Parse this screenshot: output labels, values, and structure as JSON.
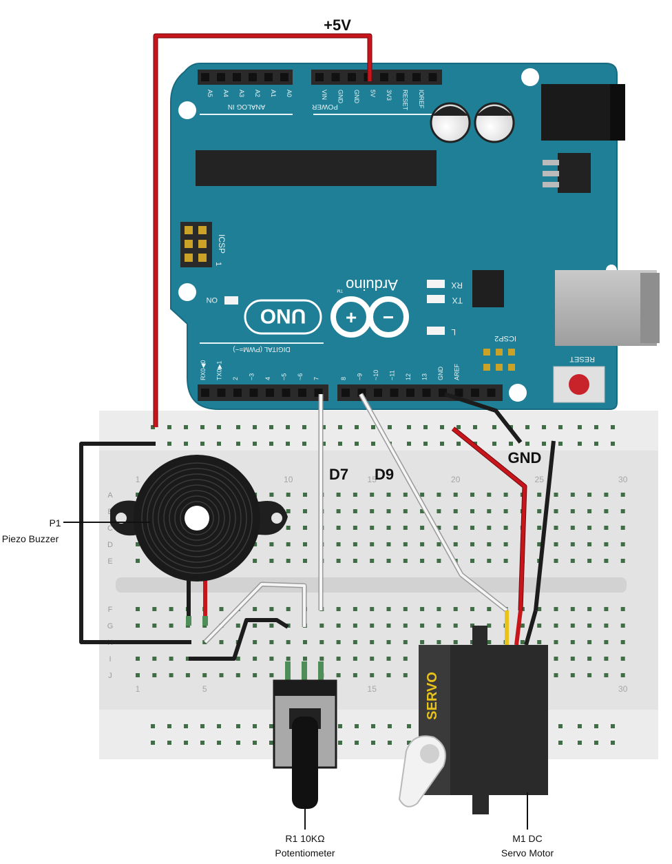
{
  "board": {
    "name_label": "Arduino",
    "model_label": "UNO",
    "tm_mark": "TM",
    "analog_header_label": "ANALOG IN",
    "power_header_label": "POWER",
    "digital_header_label": "DIGITAL (PWM=~)",
    "icsp_label": "ICSP",
    "icsp2_label": "ICSP2",
    "icsp_pin_one": "1",
    "on_label": "ON",
    "reset_label": "RESET",
    "rx_label": "RX",
    "tx_label": "TX",
    "l_label": "L",
    "analog_pins": [
      "A5",
      "A4",
      "A3",
      "A2",
      "A1",
      "A0"
    ],
    "power_pins": [
      "VIN",
      "GND",
      "GND",
      "5V",
      "3V3",
      "RESET",
      "IOREF"
    ],
    "digital_pins": [
      "RX0◀0",
      "TX0▶1",
      "2",
      "~3",
      "4",
      "~5",
      "~6",
      "7",
      "8",
      "~9",
      "~10",
      "~11",
      "12",
      "13",
      "GND",
      "AREF"
    ],
    "colors": {
      "board": "#1f7f96",
      "board_edge": "#176a7f",
      "header": "#2a2a2a",
      "silk": "#e8f4f6"
    }
  },
  "breadboard": {
    "row_letters": [
      "A",
      "B",
      "C",
      "D",
      "E",
      "F",
      "G",
      "H",
      "I",
      "J"
    ],
    "column_numbers": [
      "1",
      "5",
      "10",
      "15",
      "20",
      "25",
      "30"
    ],
    "colors": {
      "body": "#e3e3e3",
      "rail": "#efefef",
      "hole": "#3f6e46",
      "channel": "#d2d2d2"
    }
  },
  "labels": {
    "supply": "+5V",
    "d7": "D7",
    "d9": "D9",
    "gnd": "GND",
    "piezo_ref": "P1",
    "piezo_name": "Piezo Buzzer",
    "pot_ref": "R1 10KΩ",
    "pot_name": "Potentiometer",
    "servo_ref": "M1 DC",
    "servo_name": "Servo Motor",
    "servo_body": "SERVO"
  },
  "wire_colors": {
    "power": "#c8141b",
    "ground": "#1c1c1c",
    "signal": "#f2f2f2",
    "signal_outline": "#9a9a9a",
    "servo_signal": "#e8c21a"
  }
}
